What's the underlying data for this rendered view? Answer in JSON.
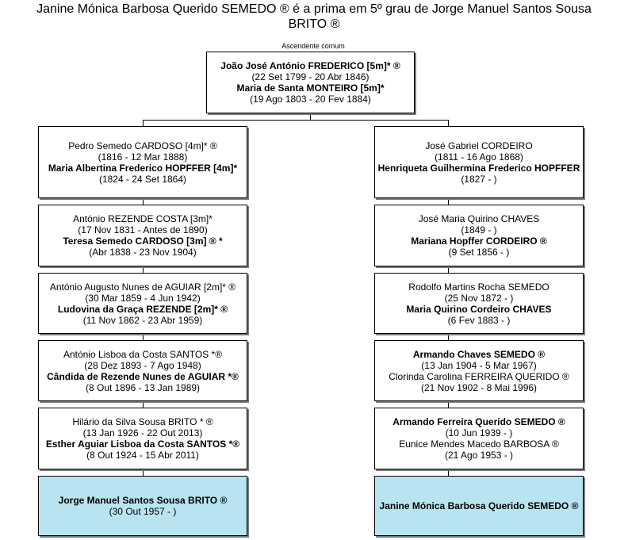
{
  "header": {
    "title_line1": "Janine Mónica Barbosa Querido SEMEDO ® é a prima em 5º grau de Jorge Manuel Santos Sousa",
    "title_line2": "BRITO ®",
    "common_label": "Ascendente comum"
  },
  "root": {
    "p1_name": "João José António FREDERICO [5m]* ®",
    "p1_dates": "(22 Set 1799 - 20 Abr 1846)",
    "p2_name": "Maria de Santa MONTEIRO [5m]*",
    "p2_dates": "(19 Ago 1803 - 20 Fev 1884)"
  },
  "left": [
    {
      "n1": "Pedro Semedo CARDOSO [4m]* ®",
      "d1": "(1816 - 12 Mar 1888)",
      "n2": "Maria Albertina Frederico HOPFFER [4m]*",
      "d2": "(1824 - 24 Set 1864)"
    },
    {
      "n1": "António REZENDE COSTA [3m]*",
      "d1": "(17 Nov 1831 - Antes de 1890)",
      "n2": "Teresa Semedo CARDOSO [3m] ® *",
      "d2": "(Abr 1838 - 23 Nov 1904)"
    },
    {
      "n1": "António Augusto Nunes de AGUIAR [2m]* ®",
      "d1": "(30 Mar 1859 - 4 Jun 1942)",
      "n2": "Ludovina da Graça REZENDE [2m]* ®",
      "d2": "(11 Nov 1862 - 23 Abr 1959)"
    },
    {
      "n1": "António Lisboa da Costa SANTOS *®",
      "d1": "(28 Dez 1893 - 7 Ago 1948)",
      "n2": "Cândida de Rezende Nunes de AGUIAR *®",
      "d2": "(8 Out 1896 - 13 Jan 1989)"
    },
    {
      "n1": "Hilário da Silva Sousa BRITO * ®",
      "d1": "(13 Jan 1926 - 22 Out 2013)",
      "n2": "Esther Aguiar Lisboa da Costa SANTOS *®",
      "d2": "(8 Out 1924 - 15 Abr 2011)"
    }
  ],
  "right": [
    {
      "n1": "José Gabriel CORDEIRO",
      "d1": "(1811 - 16 Ago 1868)",
      "n2": "Henriqueta Guilhermina Frederico HOPFFER",
      "d2": "(1827 -            )"
    },
    {
      "n1": "José Maria Quirino CHAVES",
      "d1": "(1849 -            )",
      "n2": "Mariana Hopffer CORDEIRO ®",
      "d2": "(9 Set 1856 -            )"
    },
    {
      "n1": "Rodolfo Martins Rocha SEMEDO",
      "d1": "(25 Nov 1872 -            )",
      "n2": "Maria Quirino Cordeiro CHAVES",
      "d2": "(6 Fev 1883 -            )"
    },
    {
      "n1": "Armando Chaves SEMEDO ®",
      "d1": "(13 Jan 1904 - 5 Mar 1967)",
      "n2": "Clorinda Carolina FERREIRA QUERIDO ®",
      "d2": "(21 Nov 1902 - 8 Mai 1996)"
    },
    {
      "n1": "Armando Ferreira Querido SEMEDO ®",
      "d1": "(10 Jun 1939 -            )",
      "n2": "Eunice Mendes Macedo BARBOSA ®",
      "d2": "(21 Ago 1953 -            )"
    }
  ],
  "end_left": {
    "name": "Jorge Manuel Santos Sousa BRITO ®",
    "dates": "(30 Out 1957 -            )"
  },
  "end_right": {
    "name": "Janine Mónica Barbosa Querido SEMEDO ®"
  }
}
